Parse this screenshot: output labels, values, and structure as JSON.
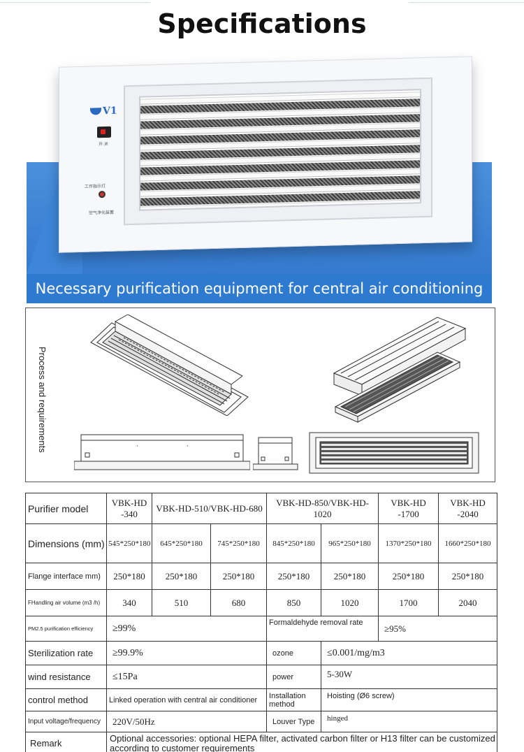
{
  "page_title": "Specifications",
  "banner_text": "Necessary purification equipment for central air conditioning",
  "device": {
    "logo_text": "V1",
    "switch_label": "开·关",
    "indicator_label": "工作指示灯",
    "device_label": "空气净化装置"
  },
  "drawings": {
    "side_caption": "Process and requirements"
  },
  "table": {
    "model_label": "Purifier model",
    "models": [
      "VBK-HD\n-340",
      "VBK-HD-510/VBK-HD-680",
      "VBK-HD-850/VBK-HD-1020",
      "VBK-HD\n-1700",
      "VBK-HD\n-2040"
    ],
    "dimensions_label": "Dimensions (mm)",
    "dimensions": [
      "545*250*180",
      "645*250*180",
      "745*250*180",
      "845*250*180",
      "965*250*180",
      "1370*250*180",
      "1660*250*180"
    ],
    "flange_label": "Flange interface mm)",
    "flange": [
      "250*180",
      "250*180",
      "250*180",
      "250*180",
      "250*180",
      "250*180",
      "250*180"
    ],
    "air_volume_label": "FHandling air volume (m3 /h)",
    "air_volume": [
      "340",
      "510",
      "680",
      "850",
      "1020",
      "1700",
      "2040"
    ],
    "pm25_label": "PM2.5 purification efficiency",
    "pm25_value": "≥99%",
    "formaldehyde_label": "Formaldehyde removal rate",
    "formaldehyde_value": "≥95%",
    "sterilization_label": "Sterilization rate",
    "sterilization_value": "≥99.9%",
    "ozone_label": "ozone",
    "ozone_value": "≤0.001/mg/m3",
    "wind_label": "wind resistance",
    "wind_value": "≤15Pa",
    "power_label": "power",
    "power_value": "5-30W",
    "control_label": "control method",
    "control_value": "Linked operation with central air conditioner",
    "installation_label": "Installation method",
    "installation_value": "Hoisting (Ø6 screw)",
    "voltage_label": "Input voltage/frequency",
    "voltage_value": "220V/50Hz",
    "louver_label": "Louver Type",
    "louver_value": "hinged",
    "remark_label": "Remark",
    "remark_value": "Optional accessories: optional HEPA filter, activated carbon filter or H13 filter can be customized according to customer requirements"
  }
}
